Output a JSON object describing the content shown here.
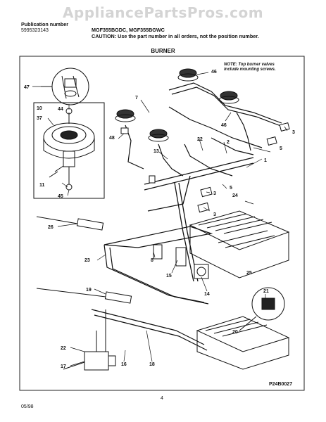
{
  "watermark": "AppliancePartsPros.com",
  "header": {
    "pub_label": "Publication number",
    "pub_number": "5995323143",
    "models": "MGF355BGDC, MGF355BGWC",
    "caution": "CAUTION:  Use the part number in all orders, not the position number."
  },
  "section_title": "BURNER",
  "note": {
    "line1": "NOTE: Top burner valves",
    "line2": "include mounting screws."
  },
  "callouts": {
    "c1": "1",
    "c2": "2",
    "c3": "3",
    "c3b": "3",
    "c3c": "3",
    "c5": "5",
    "c5b": "5",
    "c7": "7",
    "c8": "8",
    "c11": "11",
    "c13": "13",
    "c14": "14",
    "c15": "15",
    "c16": "16",
    "c17": "17",
    "c18": "18",
    "c19": "19",
    "c20": "20",
    "c21": "21",
    "c22": "22",
    "c22b": "22",
    "c23": "23",
    "c24": "24",
    "c25": "25",
    "c26": "26",
    "c37": "37",
    "c44": "44",
    "c45": "45",
    "c46": "46",
    "c47": "47",
    "c48": "48"
  },
  "footer": {
    "date": "05/98",
    "page": "4",
    "diagram_id": "P24B0027"
  }
}
